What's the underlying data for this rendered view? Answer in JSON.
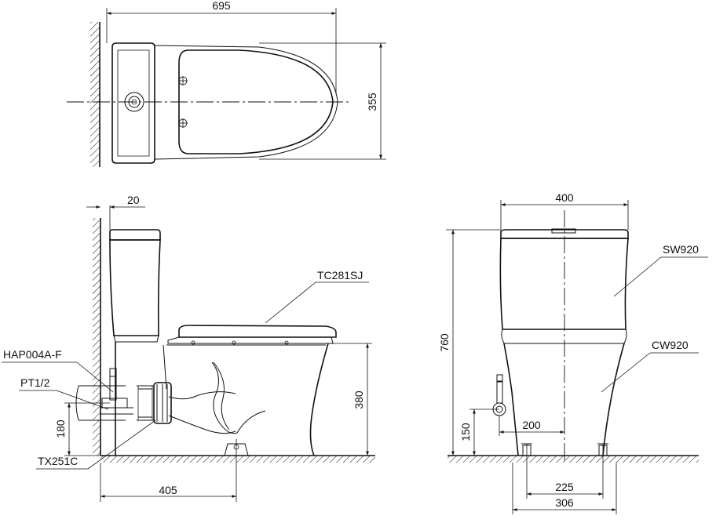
{
  "dimensions": {
    "top_length": "695",
    "top_width": "355",
    "wall_gap": "20",
    "seat_height": "380",
    "outlet_height": "180",
    "rough_in": "405",
    "front_width": "400",
    "total_height": "760",
    "supply_height": "150",
    "supply_offset": "200",
    "bolt_spacing": "225",
    "base_width": "306"
  },
  "parts": {
    "seat": "TC281SJ",
    "valve": "HAP004A-F",
    "pipe": "PT1/2",
    "flange": "TX251C",
    "tank": "SW920",
    "bowl": "CW920"
  }
}
